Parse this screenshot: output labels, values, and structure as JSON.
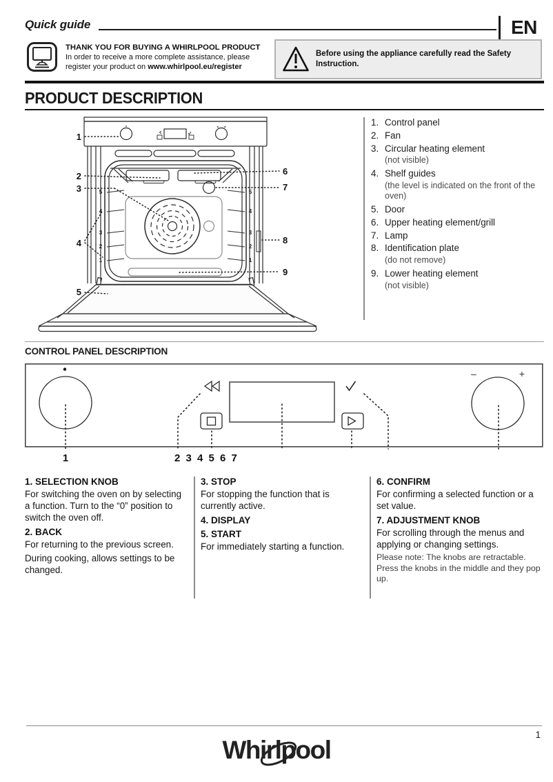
{
  "header": {
    "title": "Quick guide",
    "language": "EN"
  },
  "registration": {
    "icon": "desktop-computer-icon",
    "title": "THANK YOU FOR BUYING A WHIRLPOOL PRODUCT",
    "line1": "In order to receive a more complete assistance, please",
    "line2_prefix": "register your product on ",
    "line2_bold": "www.whirlpool.eu/register"
  },
  "warning": {
    "icon": "warning-triangle-icon",
    "text": "Before using the appliance carefully read the Safety Instruction."
  },
  "product_description": {
    "title": "PRODUCT DESCRIPTION",
    "items": [
      {
        "num": "1.",
        "label": "Control panel",
        "note": ""
      },
      {
        "num": "2.",
        "label": "Fan",
        "note": ""
      },
      {
        "num": "3.",
        "label": "Circular heating element",
        "note": "(not visible)"
      },
      {
        "num": "4.",
        "label": "Shelf guides",
        "note": "(the level is indicated on the front of the oven)"
      },
      {
        "num": "5.",
        "label": "Door",
        "note": ""
      },
      {
        "num": "6.",
        "label": "Upper heating element/grill",
        "note": ""
      },
      {
        "num": "7.",
        "label": "Lamp",
        "note": ""
      },
      {
        "num": "8.",
        "label": "Identification plate",
        "note": "(do not remove)"
      },
      {
        "num": "9.",
        "label": "Lower heating element",
        "note": "(not visible)"
      }
    ]
  },
  "oven_diagram": {
    "callouts": [
      "1",
      "2",
      "3",
      "4",
      "5",
      "6",
      "7",
      "8",
      "9"
    ],
    "shelf_levels": [
      "5",
      "4",
      "3",
      "2",
      "1"
    ]
  },
  "control_panel": {
    "title": "CONTROL PANEL DESCRIPTION",
    "diagram": {
      "knob_callout": "1",
      "button_callouts": "2 3 4 5 6 7",
      "minus": "–",
      "plus": "+"
    },
    "columns": [
      {
        "blocks": [
          {
            "heading": "1. SELECTION KNOB",
            "paragraphs": [
              "For switching the oven on by selecting a function. Turn to the “0” position to switch the oven off."
            ]
          },
          {
            "heading": "2. BACK",
            "paragraphs": [
              "For returning to the previous screen.",
              "During cooking, allows settings to be changed."
            ]
          }
        ]
      },
      {
        "blocks": [
          {
            "heading": "3. STOP",
            "paragraphs": [
              "For stopping the function that is currently active."
            ]
          },
          {
            "heading": "4. DISPLAY",
            "paragraphs": []
          },
          {
            "heading": "5. START",
            "paragraphs": [
              "For immediately starting a function."
            ]
          }
        ]
      },
      {
        "blocks": [
          {
            "heading": "6. CONFIRM",
            "paragraphs": [
              "For confirming a selected function or a set value."
            ]
          },
          {
            "heading": "7. ADJUSTMENT KNOB",
            "paragraphs": [
              "For scrolling through the menus and applying or changing settings."
            ],
            "note": "Please note: The knobs are retractable. Press the knobs in the middle and they pop up."
          }
        ]
      }
    ]
  },
  "footer": {
    "brand": "Whirlpool",
    "page_number": "1"
  }
}
